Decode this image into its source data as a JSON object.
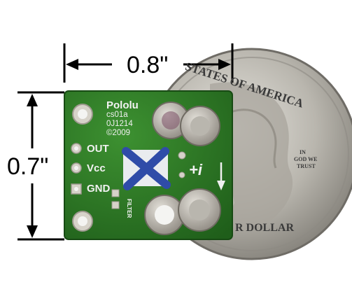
{
  "dimensions": {
    "width_label": "0.8\"",
    "height_label": "0.7\""
  },
  "board": {
    "brand": "Pololu",
    "part_lines": [
      "cs01a",
      "0J1214",
      "©2009"
    ],
    "pin_labels": [
      "OUT",
      "Vcc",
      "GND"
    ],
    "filter_label": "FILTER",
    "current_symbol": "+i",
    "colors": {
      "pcb": "#2e7a26",
      "pads": "#c9c4bb",
      "sensor_mark": "#2f4ca8"
    }
  },
  "coin": {
    "rim_text": "STATES OF AMERICA",
    "motto": [
      "IN",
      "GOD WE",
      "TRUST"
    ],
    "bottom_text": "R DOLLAR",
    "colors": {
      "metal": "#b9b6ae"
    }
  }
}
